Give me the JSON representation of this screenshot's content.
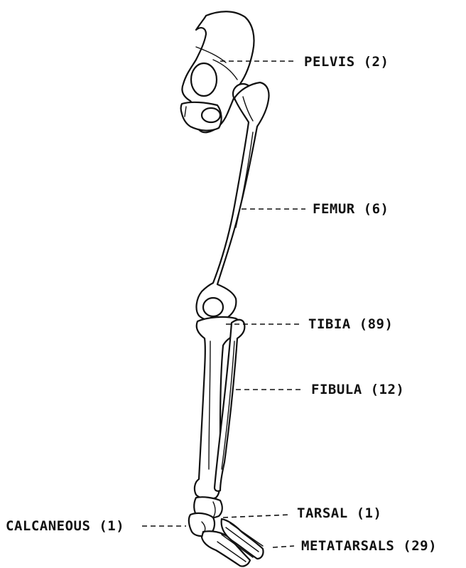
{
  "labels": {
    "pelvis": "PELVIS (2)",
    "femur": "FEMUR (6)",
    "tibia": "TIBIA (89)",
    "fibula": "FIBULA (12)",
    "tarsal": "TARSAL (1)",
    "metatarsals": "METATARSALS (29)",
    "calcaneous": "CALCANEOUS (1)"
  },
  "colors": {
    "ink": "#111111",
    "background": "#ffffff"
  }
}
